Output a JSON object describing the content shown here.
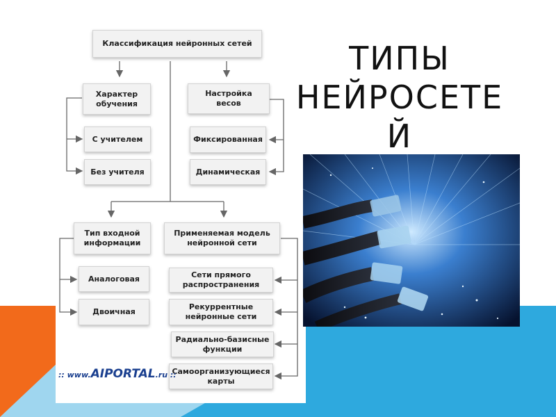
{
  "slide": {
    "title": "ТИПЫ\nНЕЙРОСЕТЕ\nЙ",
    "logo": {
      "prefix": ":: www.",
      "brand": "AIPORTAL",
      "suffix": ".ru ::"
    },
    "colors": {
      "orange": "#f26a1b",
      "blue": "#2ea9de",
      "light_blue": "#9fd6ef"
    }
  },
  "diagram": {
    "root": "Классификация нейронных сетей",
    "groups": [
      {
        "label": "Характер\nобучения",
        "items": [
          "С учителем",
          "Без учителя"
        ]
      },
      {
        "label": "Настройка\nвесов",
        "items": [
          "Фиксированная",
          "Динамическая"
        ]
      },
      {
        "label": "Тип входной\nинформации",
        "items": [
          "Аналоговая",
          "Двоичная"
        ]
      },
      {
        "label": "Применяемая модель\nнейронной сети",
        "items": [
          "Сети прямого\nраспространения",
          "Рекуррентные\nнейронные сети",
          "Радиально-базисные\nфункции",
          "Самоорганизующиеся\nкарты"
        ]
      }
    ]
  }
}
